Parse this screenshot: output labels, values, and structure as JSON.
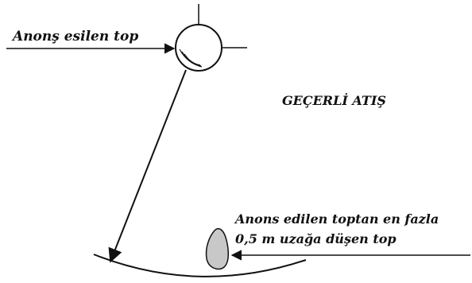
{
  "labels": {
    "announced_ball": "Anonş esilen top",
    "valid_shot": "GEÇERLİ ATIŞ",
    "landing_line_1": "Anons edilen toptan en fazla",
    "landing_line_2": "0,5 m uzağa düşen top"
  },
  "colors": {
    "ink": "#111111",
    "rock_fill": "#c8c8c8"
  }
}
